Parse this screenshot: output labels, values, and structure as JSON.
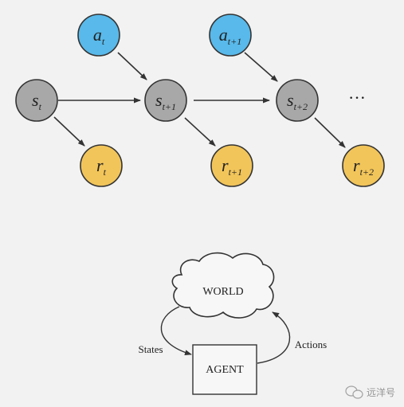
{
  "colors": {
    "action_fill": "#58b9ea",
    "state_fill": "#a8a8a8",
    "reward_fill": "#f2c55a",
    "stroke": "#333333",
    "background": "#f2f2f2"
  },
  "mdp": {
    "actions": [
      {
        "letter": "a",
        "sub": "t"
      },
      {
        "letter": "a",
        "sub": "t+1"
      }
    ],
    "states": [
      {
        "letter": "s",
        "sub": "t"
      },
      {
        "letter": "s",
        "sub": "t+1"
      },
      {
        "letter": "s",
        "sub": "t+2"
      }
    ],
    "rewards": [
      {
        "letter": "r",
        "sub": "t"
      },
      {
        "letter": "r",
        "sub": "t+1"
      },
      {
        "letter": "r",
        "sub": "t+2"
      }
    ],
    "continuation": "···"
  },
  "loop": {
    "world": "WORLD",
    "agent": "AGENT",
    "states": "States",
    "actions": "Actions"
  },
  "watermark": {
    "text": "远洋号",
    "icon": "wechat-icon"
  }
}
